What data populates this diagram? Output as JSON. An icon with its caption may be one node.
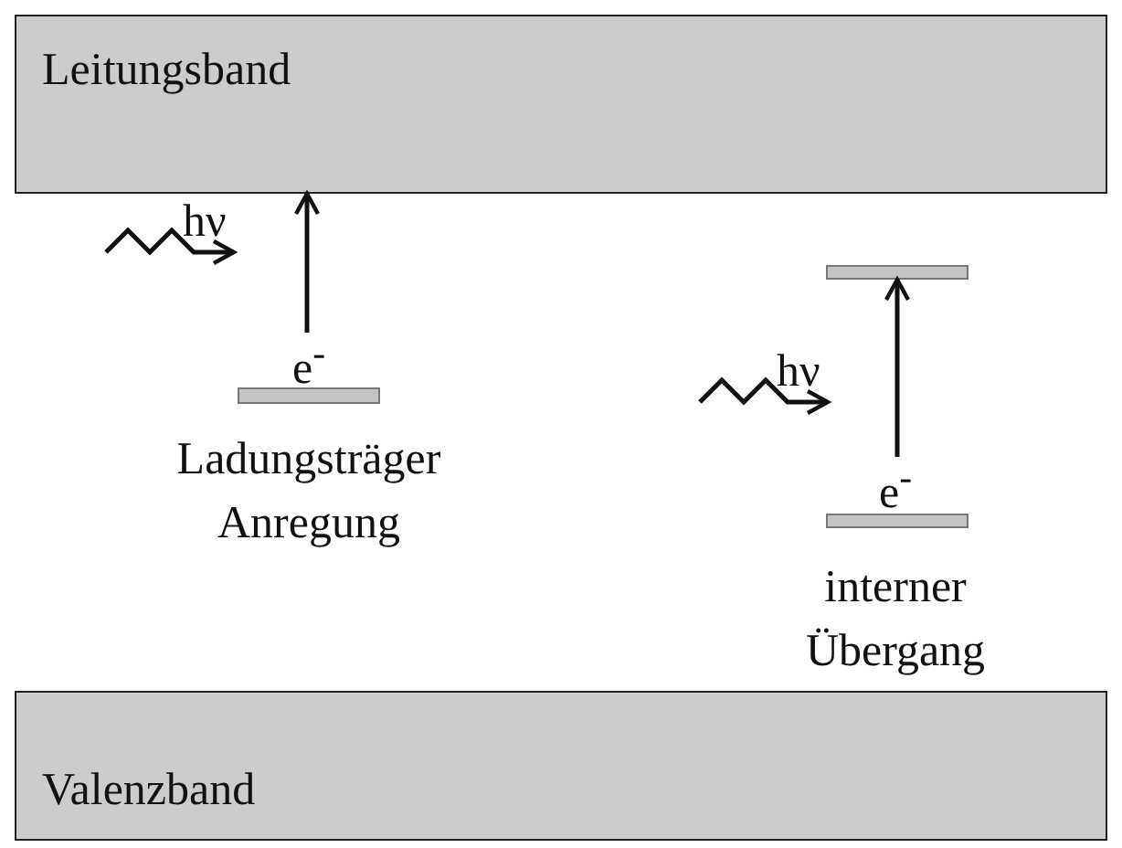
{
  "diagram": {
    "nodes": [
      {
        "text": [
          "Leitungsband"
        ]
      },
      {
        "text": [
          "Valenzband"
        ]
      },
      {
        "text": [],
        "shape": "bar",
        "beside": [
          "e$^{-}$",
          "Ladungsträger Anregung"
        ]
      },
      {
        "text": [],
        "shape": "bar"
      },
      {
        "text": [],
        "shape": "bar",
        "beside": [
          "e$^{-}$",
          "interner Übergang"
        ]
      }
    ],
    "edges": [
      {
        "from": 2,
        "to": 0,
        "arrow": "to"
      },
      {
        "from": 4,
        "to": 3,
        "arrow": "to"
      }
    ],
    "labels": [
      "hν",
      "hν"
    ]
  }
}
